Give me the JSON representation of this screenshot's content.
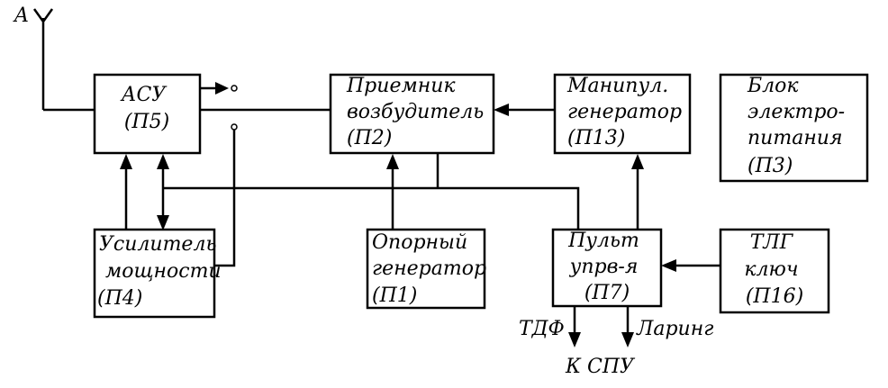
{
  "antenna_label": "A",
  "blocks": {
    "asu": [
      "АСУ",
      "(П5)"
    ],
    "receiver": [
      "Приемник",
      "возбудитель",
      "(П2)"
    ],
    "manip": [
      "Манипул.",
      "генератор",
      "(П13)"
    ],
    "power_supply": [
      "Блок",
      "электро-",
      "питания",
      "(П3)"
    ],
    "amplifier": [
      "Усилитель",
      "мощности",
      "(П4)"
    ],
    "ref_gen": [
      "Опорный",
      "генератор",
      "(П1)"
    ],
    "console": [
      "Пульт",
      "упрв-я",
      "(П7)"
    ],
    "tlg_key": [
      "ТЛГ",
      "ключ",
      "(П16)"
    ]
  },
  "outputs": {
    "tdf": "ТДФ",
    "laring": "Ларинг",
    "k_spu": "К СПУ"
  }
}
